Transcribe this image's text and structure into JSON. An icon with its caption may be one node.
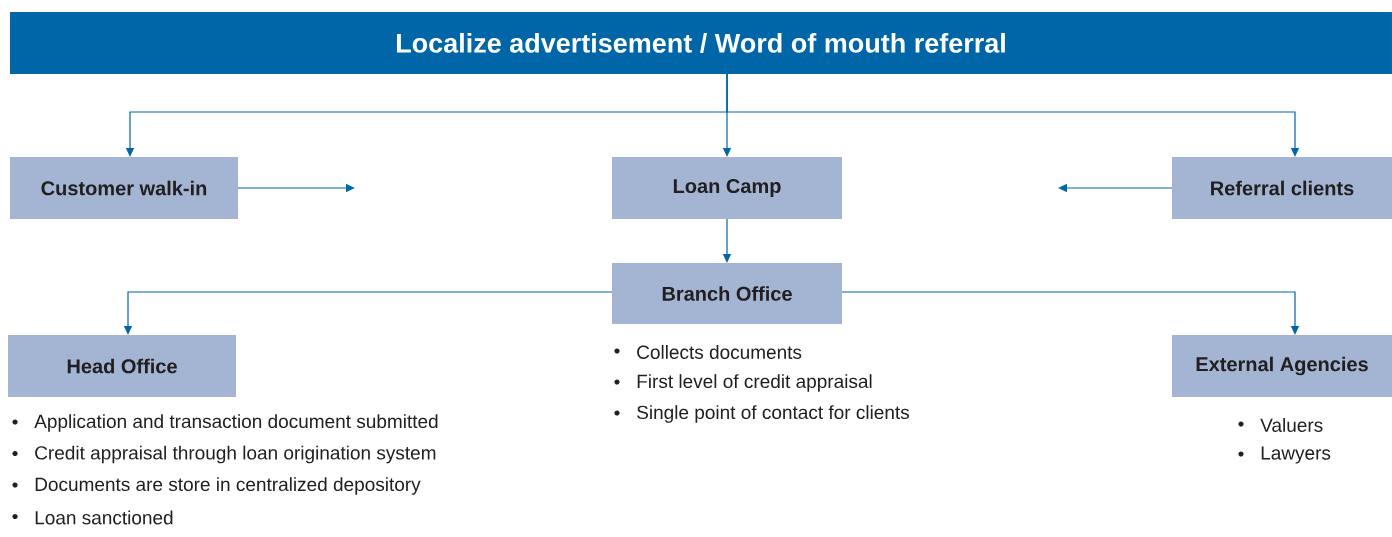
{
  "diagram": {
    "nodes": [
      {
        "text": [
          "Localize advertisement / Word of mouth referral"
        ]
      },
      {
        "text": [
          "Customer walk-in"
        ]
      },
      {
        "text": [
          "Loan Camp"
        ]
      },
      {
        "text": [
          "Referral clients"
        ]
      },
      {
        "text": [
          "Branch Office"
        ],
        "beside": [
          "Collects documents",
          "First level of credit appraisal",
          "Single  point of contact for clients"
        ]
      },
      {
        "text": [
          "Head Office"
        ],
        "beside": [
          "Application and transaction document submitted",
          "Credit appraisal through loan origination system",
          "Documents are store in centralized depository",
          "Loan sanctioned"
        ]
      },
      {
        "text": [
          "External Agencies"
        ],
        "beside": [
          "Valuers",
          "Lawyers"
        ]
      }
    ],
    "edges": [
      {
        "from": 0,
        "to": 1,
        "arrow": "to"
      },
      {
        "from": 0,
        "to": 2,
        "arrow": "to"
      },
      {
        "from": 0,
        "to": 3,
        "arrow": "to"
      },
      {
        "from": 1,
        "to": null,
        "arrow": "to"
      },
      {
        "from": 3,
        "to": null,
        "arrow": "to"
      },
      {
        "from": 2,
        "to": 4,
        "arrow": "to"
      },
      {
        "from": 4,
        "to": 5,
        "arrow": "to"
      },
      {
        "from": 4,
        "to": 6,
        "arrow": "to"
      }
    ]
  }
}
